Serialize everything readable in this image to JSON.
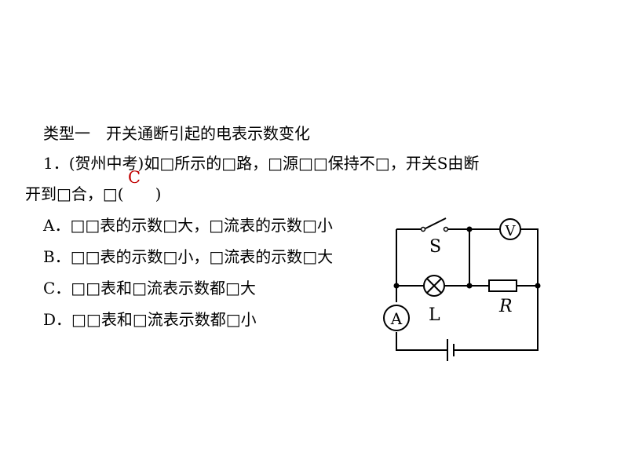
{
  "heading": "类型一　开关通断引起的电表示数变化",
  "question": {
    "line1": "1．(贺州中考)如□所示的□路，□源□□保持不□，开关S由断",
    "line2": "开到□合，□(　　)",
    "answer": "C"
  },
  "options": [
    {
      "label": "A．□□表的示数□大，□流表的示数□小"
    },
    {
      "label": "B．□□表的示数□小，□流表的示数□大"
    },
    {
      "label": "C．□□表和□流表示数都□大"
    },
    {
      "label": "D．□□表和□流表示数都□小"
    }
  ],
  "circuit": {
    "switch_label": "S",
    "voltmeter_label": "V",
    "lamp_label": "L",
    "resistor_label": "R",
    "ammeter_label": "A"
  },
  "colors": {
    "text": "#000000",
    "answer": "#c00000"
  }
}
